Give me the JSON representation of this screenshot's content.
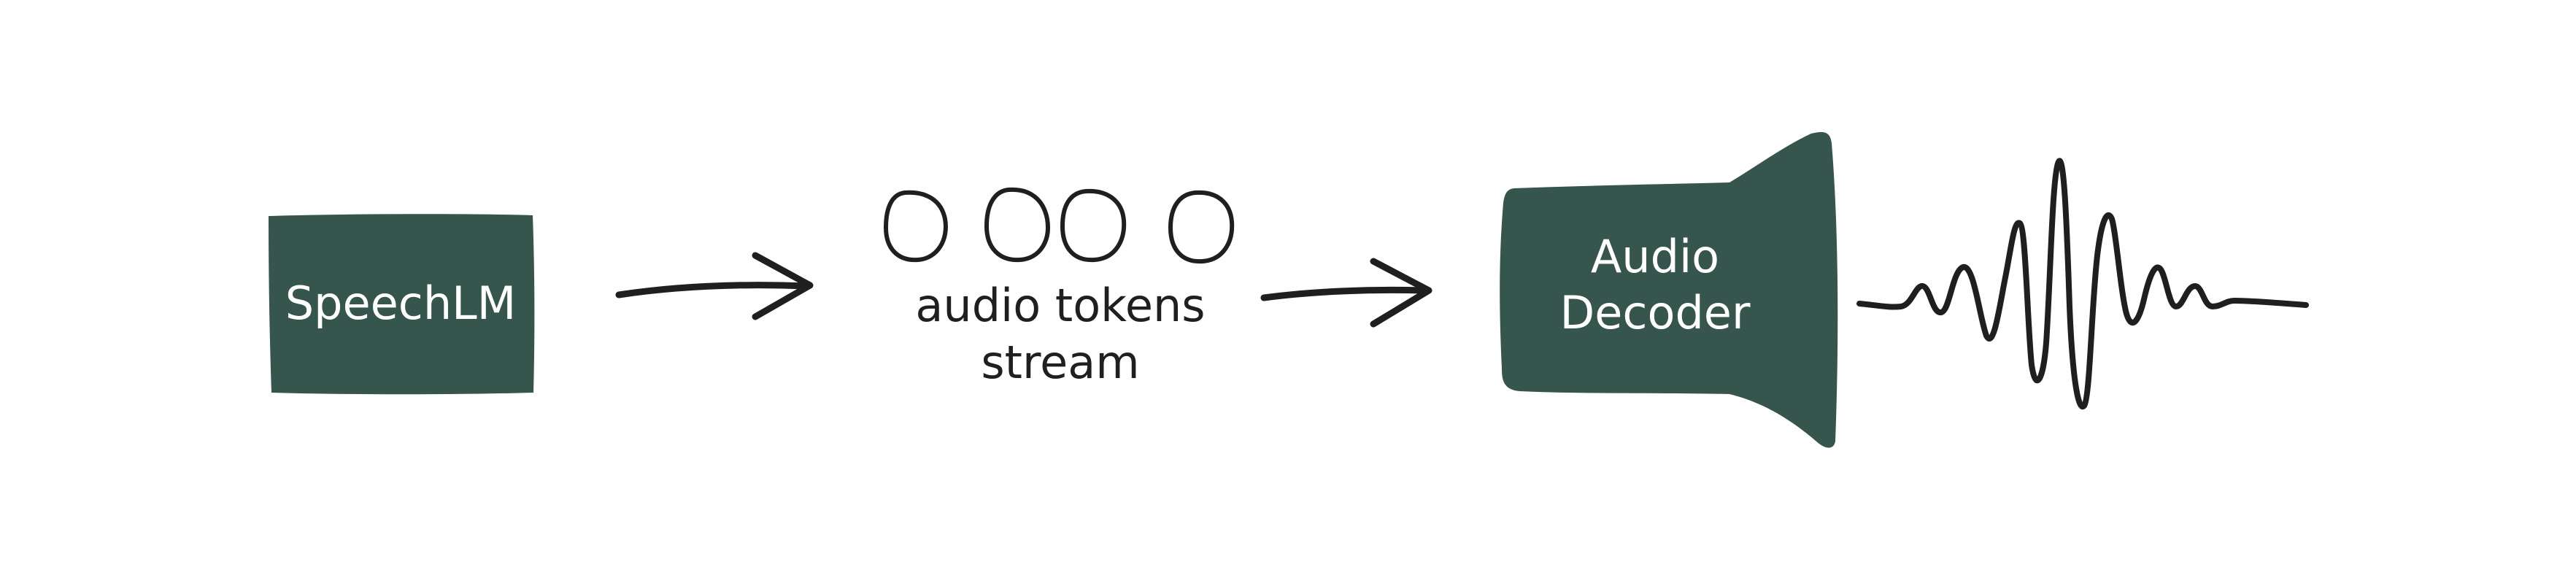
{
  "diagram": {
    "speechlm_label": "SpeechLM",
    "tokens_label_line1": "audio tokens",
    "tokens_label_line2": "stream",
    "decoder_label_line1": "Audio",
    "decoder_label_line2": "Decoder"
  },
  "colors": {
    "block_fill": "#36554c",
    "stroke": "#1f1f1f",
    "background": "#ffffff"
  },
  "icons": {
    "arrow_1": "right-arrow-icon",
    "arrow_2": "right-arrow-icon",
    "tokens": "circle-token-icon",
    "waveform": "audio-waveform-icon"
  }
}
